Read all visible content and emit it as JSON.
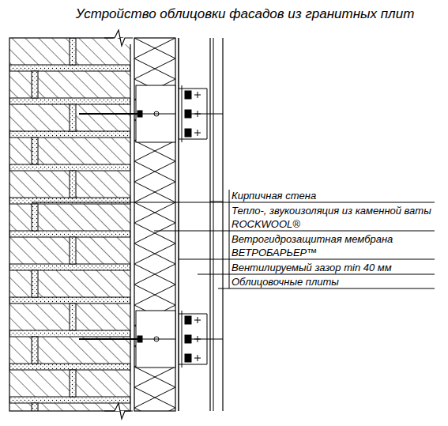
{
  "diagram": {
    "title": "Устройство облицовки фасадов из гранитных плит",
    "labels": [
      "Кирпичная стена",
      "Тепло-, звукоизоляция из каменной ваты ROCKWOOL®",
      "Ветрогидрозащитная мембрана ВЕТРОБАРЬЕР™",
      "Вентилируемый зазор min 40 мм",
      "Облицовочные плиты"
    ]
  }
}
